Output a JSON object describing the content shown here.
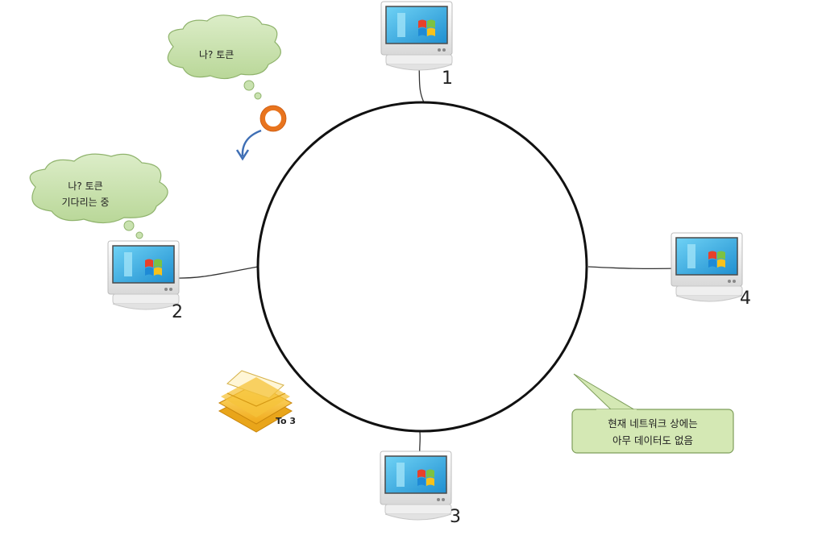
{
  "nodes": [
    {
      "id": "1",
      "label": "1"
    },
    {
      "id": "2",
      "label": "2"
    },
    {
      "id": "3",
      "label": "3"
    },
    {
      "id": "4",
      "label": "4"
    }
  ],
  "thought_top": {
    "text": "나? 토큰"
  },
  "thought_left": {
    "line1": "나? 토큰",
    "line2": "기다리는 중"
  },
  "envelope": {
    "label": "To 3"
  },
  "callout": {
    "line1": "현재 네트워크 상에는",
    "line2": "아무 데이터도 없음"
  },
  "colors": {
    "cloud_fill": "#c9e2b0",
    "cloud_stroke": "#8fb36c",
    "callout_fill": "#d4e8b4",
    "callout_stroke": "#7e9e5a",
    "token_ring": "#e8741e",
    "arrow": "#3f6fb5",
    "envelope": "#f3c230",
    "ring": "#111111"
  },
  "icons": [
    "computer-icon",
    "token-icon",
    "envelope-icon",
    "arrow-icon"
  ]
}
